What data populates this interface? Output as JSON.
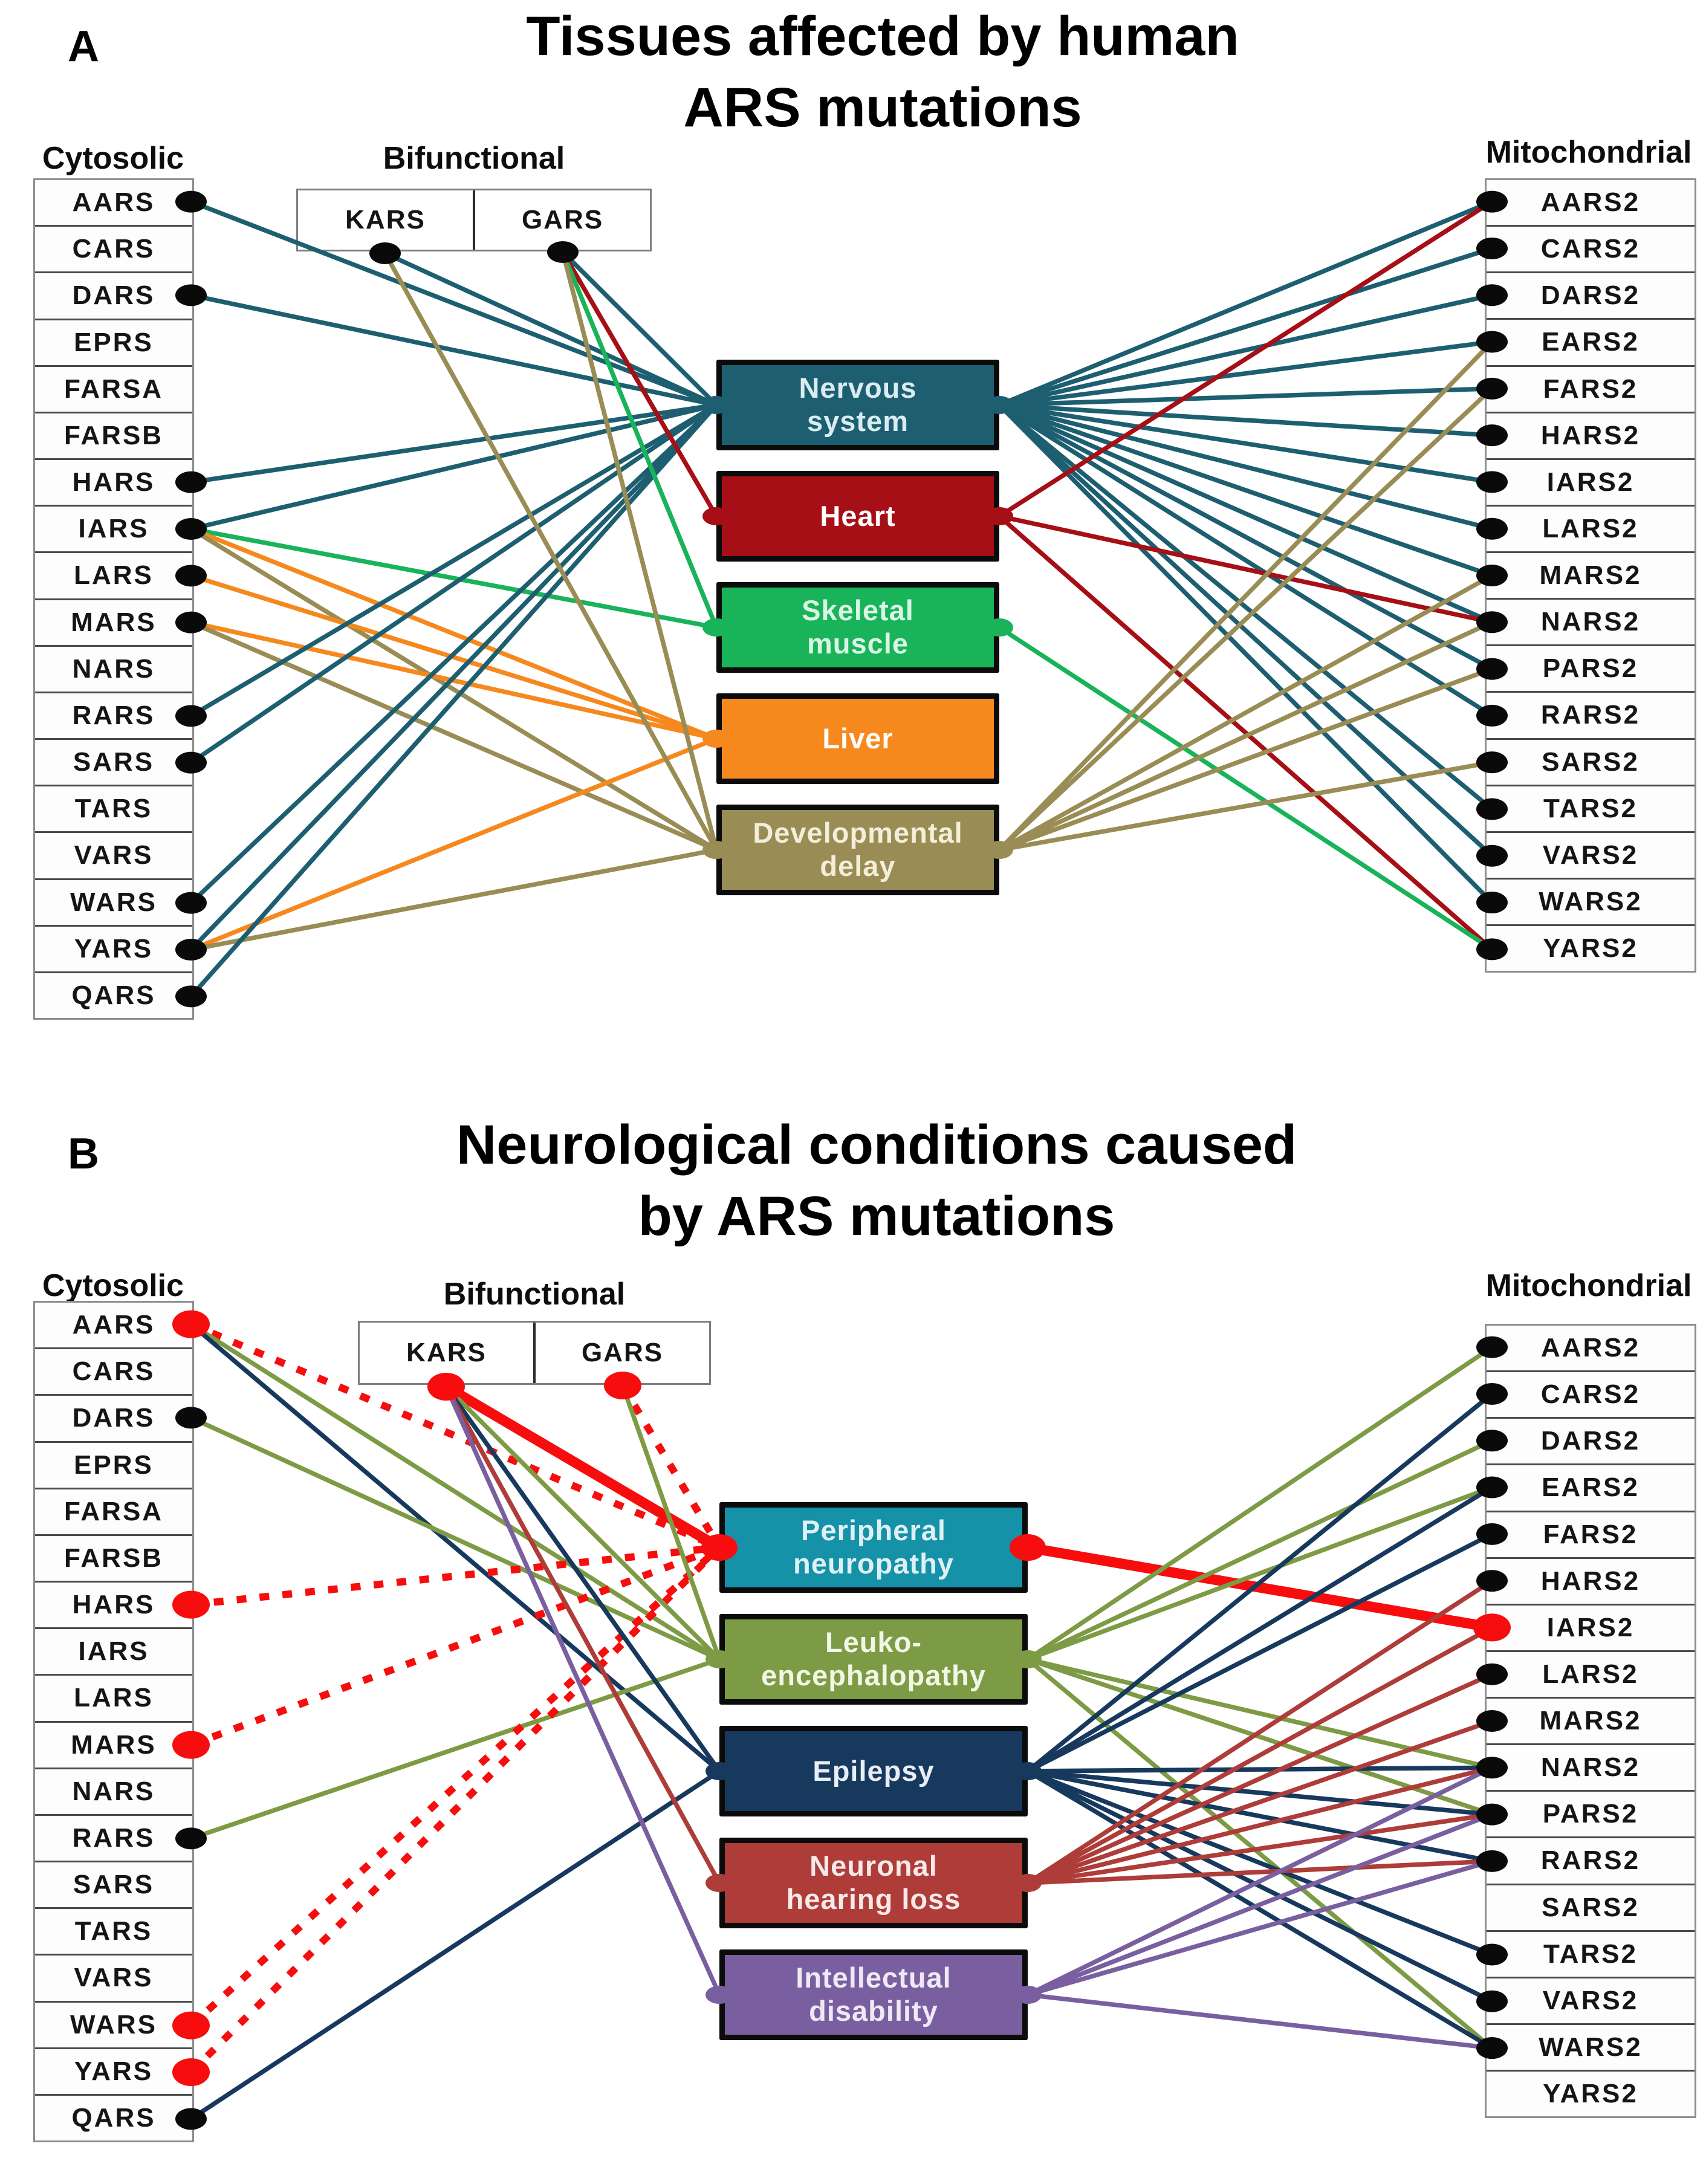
{
  "colors": {
    "nervous": "#1d5f71",
    "heart": "#a50f15",
    "skeletal": "#19b35a",
    "liver": "#f6891e",
    "devdelay": "#998c54",
    "pn": "#1591a8",
    "leuko": "#7d9b44",
    "epilepsy": "#17395e",
    "hearing": "#ae3c38",
    "id": "#7a5fa0",
    "bright_red": "#f70d0d",
    "dot_black": "#0a0a0a"
  },
  "panelA": {
    "label": "A",
    "title_line1": "Tissues affected by human",
    "title_line2": "ARS mutations",
    "left_header": "Cytosolic",
    "mid_header": "Bifunctional",
    "right_header": "Mitochondrial",
    "bifunctional": [
      "KARS",
      "GARS"
    ],
    "left_genes": [
      "AARS",
      "CARS",
      "DARS",
      "EPRS",
      "FARSA",
      "FARSB",
      "HARS",
      "IARS",
      "LARS",
      "MARS",
      "NARS",
      "RARS",
      "SARS",
      "TARS",
      "VARS",
      "WARS",
      "YARS",
      "QARS"
    ],
    "right_genes": [
      "AARS2",
      "CARS2",
      "DARS2",
      "EARS2",
      "FARS2",
      "HARS2",
      "IARS2",
      "LARS2",
      "MARS2",
      "NARS2",
      "PARS2",
      "RARS2",
      "SARS2",
      "TARS2",
      "VARS2",
      "WARS2",
      "YARS2"
    ],
    "boxes": [
      {
        "id": "nervous",
        "label": "Nervous\nsystem",
        "text_color": "#d9ecf2"
      },
      {
        "id": "heart",
        "label": "Heart",
        "text_color": "#ffffff"
      },
      {
        "id": "skeletal",
        "label": "Skeletal\nmuscle",
        "text_color": "#d9f6e5"
      },
      {
        "id": "liver",
        "label": "Liver",
        "text_color": "#ffffff"
      },
      {
        "id": "devdelay",
        "label": "Developmental\ndelay",
        "text_color": "#f3eed9"
      }
    ],
    "left_links": [
      [
        "AARS",
        "nervous"
      ],
      [
        "DARS",
        "nervous"
      ],
      [
        "HARS",
        "nervous"
      ],
      [
        "IARS",
        "nervous"
      ],
      [
        "IARS",
        "skeletal"
      ],
      [
        "IARS",
        "liver"
      ],
      [
        "IARS",
        "devdelay"
      ],
      [
        "LARS",
        "liver"
      ],
      [
        "MARS",
        "liver"
      ],
      [
        "MARS",
        "devdelay"
      ],
      [
        "RARS",
        "nervous"
      ],
      [
        "SARS",
        "nervous"
      ],
      [
        "WARS",
        "nervous"
      ],
      [
        "YARS",
        "nervous"
      ],
      [
        "YARS",
        "liver"
      ],
      [
        "YARS",
        "devdelay"
      ],
      [
        "QARS",
        "nervous"
      ]
    ],
    "bif_links": [
      [
        "KARS",
        "nervous"
      ],
      [
        "KARS",
        "devdelay"
      ],
      [
        "GARS",
        "nervous"
      ],
      [
        "GARS",
        "heart"
      ],
      [
        "GARS",
        "skeletal"
      ],
      [
        "GARS",
        "devdelay"
      ]
    ],
    "right_links": [
      [
        "nervous",
        "AARS2"
      ],
      [
        "nervous",
        "CARS2"
      ],
      [
        "nervous",
        "DARS2"
      ],
      [
        "nervous",
        "EARS2"
      ],
      [
        "nervous",
        "FARS2"
      ],
      [
        "nervous",
        "HARS2"
      ],
      [
        "nervous",
        "IARS2"
      ],
      [
        "nervous",
        "LARS2"
      ],
      [
        "nervous",
        "MARS2"
      ],
      [
        "nervous",
        "NARS2"
      ],
      [
        "nervous",
        "PARS2"
      ],
      [
        "nervous",
        "RARS2"
      ],
      [
        "nervous",
        "TARS2"
      ],
      [
        "nervous",
        "VARS2"
      ],
      [
        "nervous",
        "WARS2"
      ],
      [
        "heart",
        "AARS2"
      ],
      [
        "heart",
        "NARS2"
      ],
      [
        "heart",
        "YARS2"
      ],
      [
        "skeletal",
        "YARS2"
      ],
      [
        "devdelay",
        "EARS2"
      ],
      [
        "devdelay",
        "FARS2"
      ],
      [
        "devdelay",
        "MARS2"
      ],
      [
        "devdelay",
        "NARS2"
      ],
      [
        "devdelay",
        "PARS2"
      ],
      [
        "devdelay",
        "SARS2"
      ]
    ]
  },
  "panelB": {
    "label": "B",
    "title_line1": "Neurological conditions caused",
    "title_line2": "by ARS mutations",
    "left_header": "Cytosolic",
    "mid_header": "Bifunctional",
    "right_header": "Mitochondrial",
    "bifunctional": [
      "KARS",
      "GARS"
    ],
    "left_genes": [
      "AARS",
      "CARS",
      "DARS",
      "EPRS",
      "FARSA",
      "FARSB",
      "HARS",
      "IARS",
      "LARS",
      "MARS",
      "NARS",
      "RARS",
      "SARS",
      "TARS",
      "VARS",
      "WARS",
      "YARS",
      "QARS"
    ],
    "right_genes": [
      "AARS2",
      "CARS2",
      "DARS2",
      "EARS2",
      "FARS2",
      "HARS2",
      "IARS2",
      "LARS2",
      "MARS2",
      "NARS2",
      "PARS2",
      "RARS2",
      "SARS2",
      "TARS2",
      "VARS2",
      "WARS2",
      "YARS2"
    ],
    "boxes": [
      {
        "id": "pn",
        "label": "Peripheral\nneuropathy",
        "text_color": "#dff0f4"
      },
      {
        "id": "leuko",
        "label": "Leuko-\nencephalopathy",
        "text_color": "#f2f6e6"
      },
      {
        "id": "epilepsy",
        "label": "Epilepsy",
        "text_color": "#e8eef5"
      },
      {
        "id": "hearing",
        "label": "Neuronal\nhearing loss",
        "text_color": "#f7e9e8"
      },
      {
        "id": "id",
        "label": "Intellectual\ndisability",
        "text_color": "#efe9f6"
      }
    ],
    "left_links": [
      [
        "AARS",
        "pn",
        "dashed"
      ],
      [
        "AARS",
        "leuko"
      ],
      [
        "AARS",
        "epilepsy"
      ],
      [
        "DARS",
        "leuko"
      ],
      [
        "HARS",
        "pn",
        "dashed"
      ],
      [
        "MARS",
        "pn",
        "dashed"
      ],
      [
        "RARS",
        "leuko"
      ],
      [
        "WARS",
        "pn",
        "dashed"
      ],
      [
        "YARS",
        "pn",
        "dashed"
      ],
      [
        "QARS",
        "epilepsy"
      ]
    ],
    "bif_links": [
      [
        "KARS",
        "pn",
        "thick"
      ],
      [
        "KARS",
        "leuko"
      ],
      [
        "KARS",
        "epilepsy"
      ],
      [
        "KARS",
        "hearing"
      ],
      [
        "KARS",
        "id"
      ],
      [
        "GARS",
        "pn",
        "dashed"
      ],
      [
        "GARS",
        "leuko"
      ]
    ],
    "right_links": [
      [
        "pn",
        "IARS2",
        "thick"
      ],
      [
        "leuko",
        "AARS2"
      ],
      [
        "leuko",
        "DARS2"
      ],
      [
        "leuko",
        "EARS2"
      ],
      [
        "leuko",
        "NARS2"
      ],
      [
        "leuko",
        "PARS2"
      ],
      [
        "leuko",
        "WARS2"
      ],
      [
        "epilepsy",
        "CARS2"
      ],
      [
        "epilepsy",
        "EARS2"
      ],
      [
        "epilepsy",
        "FARS2"
      ],
      [
        "epilepsy",
        "NARS2"
      ],
      [
        "epilepsy",
        "PARS2"
      ],
      [
        "epilepsy",
        "RARS2"
      ],
      [
        "epilepsy",
        "TARS2"
      ],
      [
        "epilepsy",
        "VARS2"
      ],
      [
        "epilepsy",
        "WARS2"
      ],
      [
        "hearing",
        "HARS2"
      ],
      [
        "hearing",
        "IARS2"
      ],
      [
        "hearing",
        "LARS2"
      ],
      [
        "hearing",
        "MARS2"
      ],
      [
        "hearing",
        "NARS2"
      ],
      [
        "hearing",
        "PARS2"
      ],
      [
        "hearing",
        "RARS2"
      ],
      [
        "id",
        "NARS2"
      ],
      [
        "id",
        "PARS2"
      ],
      [
        "id",
        "RARS2"
      ],
      [
        "id",
        "WARS2"
      ]
    ]
  }
}
